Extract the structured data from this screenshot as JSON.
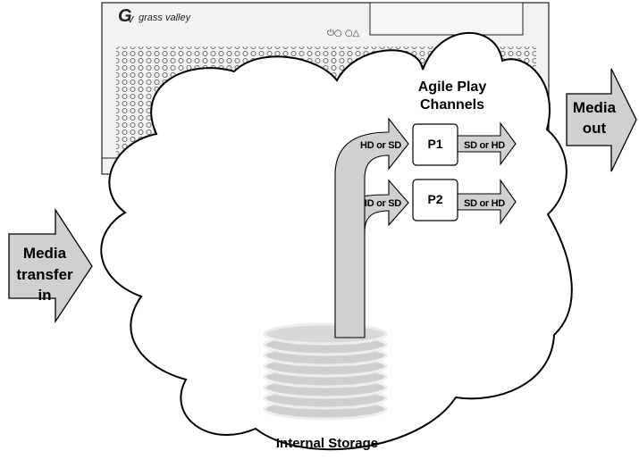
{
  "device": {
    "brand": "grass valley",
    "status_symbols": "⏻○ ○△"
  },
  "labels": {
    "media_in": [
      "Media",
      "transfer",
      "in"
    ],
    "media_out": [
      "Media",
      "out"
    ],
    "agile_title": [
      "Agile Play",
      "Channels"
    ],
    "channel_1": "P1",
    "channel_2": "P2",
    "input_1": "HD or SD",
    "input_2": "HD or SD",
    "output_1": "SD or HD",
    "output_2": "SD or HD",
    "storage": "Internal Storage"
  },
  "colors": {
    "arrow_fill": "#d0d0d0",
    "device_fill": "#f0f0f0",
    "cloud_stroke": "#000000"
  }
}
